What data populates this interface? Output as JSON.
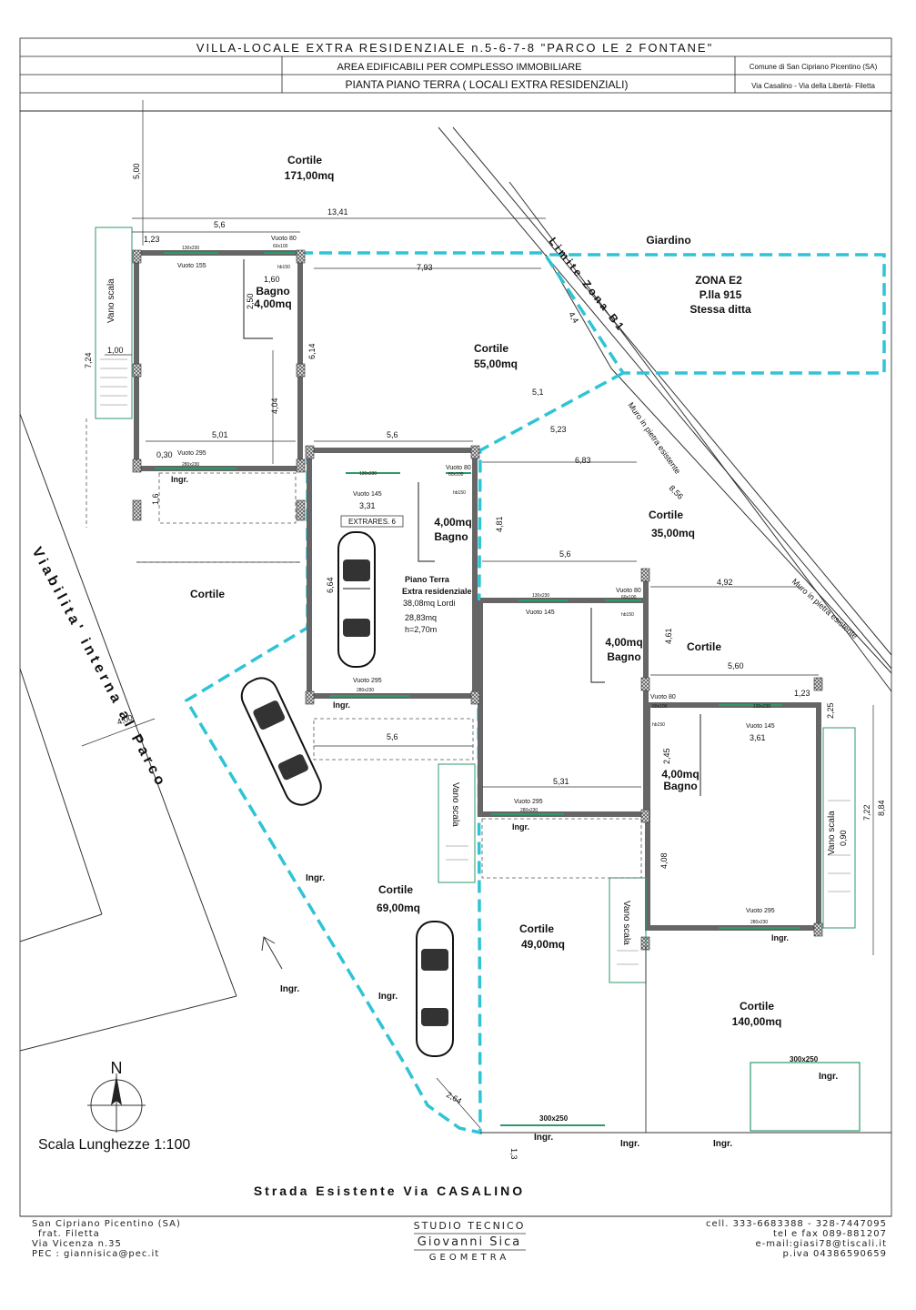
{
  "title_block": {
    "line1": "VILLA-LOCALE    EXTRA RESIDENZIALE  n.5-6-7-8    \"PARCO  LE 2  FONTANE\"",
    "line2": "AREA   EDIFICABILI  PER  COMPLESSO  IMMOBILIARE",
    "line3": "PIANTA  PIANO  TERRA  ( LOCALI  EXTRA  RESIDENZIALI)",
    "comune": "Comune di San Cipriano Picentino (SA)",
    "via": "Via Casalino - Via della Libertà- Filetta"
  },
  "areas": {
    "cortile_top": "Cortile",
    "cortile_top_mq": "171,00mq",
    "giardino": "Giardino",
    "zona_e2": "ZONA  E2",
    "particella": "P.lla 915",
    "stessa_ditta": "Stessa ditta",
    "cortile_55": "Cortile",
    "cortile_55_mq": "55,00mq",
    "cortile_35": "Cortile",
    "cortile_35_mq": "35,00mq",
    "cortile_left": "Cortile",
    "cortile_right": "Cortile",
    "cortile_69": "Cortile",
    "cortile_69_mq": "69,00mq",
    "cortile_49": "Cortile",
    "cortile_49_mq": "49,00mq",
    "cortile_140": "Cortile",
    "cortile_140_mq": "140,00mq",
    "limite": "Limite   Zona   B1",
    "muro1": "Muro  in pietra  esistente",
    "muro2": "Muro  in pietra  esistente",
    "viabilita": "Viabilita'   interna   al   Parco"
  },
  "rooms": {
    "bagno1": "Bagno",
    "bagno1_mq": "4,00mq",
    "bagno2_mq": "4,00mq",
    "bagno2": "Bagno",
    "bagno3_mq": "4,00mq",
    "bagno3": "Bagno",
    "bagno4_mq": "4,00mq",
    "bagno4": "Bagno",
    "extrares": "EXTRARES.  6",
    "piano_terra": "Piano Terra",
    "extra_res": "Extra residenziale",
    "lordi": "38,08mq Lordi",
    "netti": "28,83mq",
    "altezza": "h=2,70m",
    "vano_scala": "Vano scala"
  },
  "dimensions": {
    "d500": "5,00",
    "d1341": "13,41",
    "d56a": "5,6",
    "d123a": "1,23",
    "d793": "7,93",
    "d160a": "1,60",
    "d250a": "2,50",
    "d614": "6,14",
    "d724": "7,24",
    "d100a": "1,00",
    "d404a": "4,04",
    "d501a": "5,01",
    "d030a": "0,30",
    "d16": "1,6",
    "d56b": "5,6",
    "d51": "5,1",
    "d44": "4,4",
    "d523": "5,23",
    "d683": "6,83",
    "d856": "8,56",
    "d331": "3,31",
    "d481": "4,81",
    "d664": "6,64",
    "d56c": "5,6",
    "d492": "4,92",
    "d461": "4,61",
    "d560": "5,60",
    "d123b": "1,23",
    "d225": "2,25",
    "d361": "3,61",
    "d245": "2,45",
    "d722": "7,22",
    "d884": "8,84",
    "d531": "5,31",
    "d408": "4,08",
    "d400": "4,00",
    "d264": "2,64",
    "d13": "1,3",
    "d56d": "5,6",
    "d090": "0,90"
  },
  "openings": {
    "vuoto80": "Vuoto 80",
    "w60x100": "60x100",
    "hb150": "hb150",
    "w130x230": "130x230",
    "vuoto155": "Vuoto 155",
    "vuoto145": "Vuoto 145",
    "vuoto295": "Vuoto 295",
    "w280x230": "280x230",
    "ingr": "Ingr.",
    "w300x250": "300x250",
    "w300x250b": "300x250"
  },
  "north": "N",
  "scale": "Scala Lunghezze 1:100",
  "street": "Strada      Esistente  Via  CASALINO",
  "footer": {
    "left1": "San Cipriano Picentino (SA)",
    "left2": "frat.  Filetta",
    "left3": "Via Vicenza n.35",
    "left4": "PEC :  giannisica@pec.it",
    "studio": "STUDIO TECNICO",
    "name": "Giovanni Sica",
    "prof": "GEOMETRA",
    "r1": "cell. 333-6683388 - 328-7447095",
    "r2": "tel e fax 089-881207",
    "r3": "e-mail:giasi78@tiscali.it",
    "r4": "p.iva 04386590659"
  },
  "colors": {
    "boundary": "#2ec4d6",
    "wall": "#7a7a7a",
    "line": "#222222"
  }
}
